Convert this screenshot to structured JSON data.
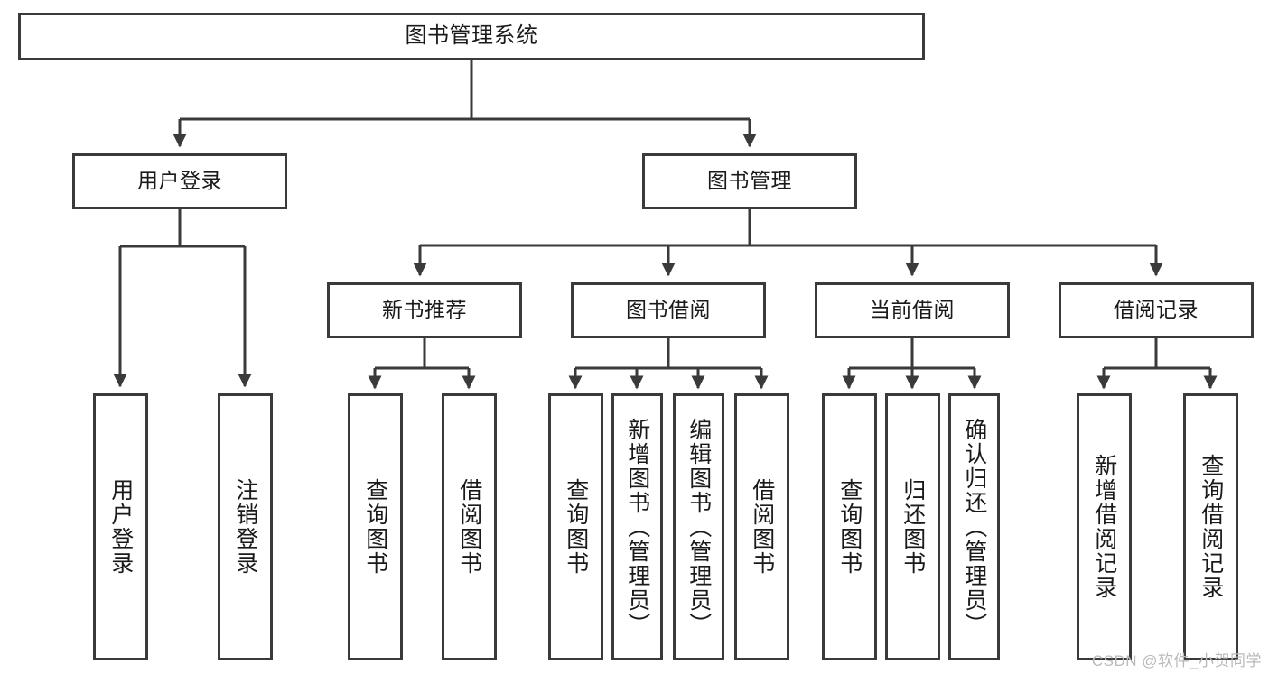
{
  "diagram": {
    "title": "图书管理系统",
    "type": "tree-hierarchy",
    "root": {
      "id": "root",
      "label": "图书管理系统"
    },
    "level2": [
      {
        "id": "user-login",
        "label": "用户登录"
      },
      {
        "id": "book-manage",
        "label": "图书管理"
      }
    ],
    "level3": [
      {
        "id": "new-book-recommend",
        "label": "新书推荐",
        "parent": "book-manage"
      },
      {
        "id": "book-borrow",
        "label": "图书借阅",
        "parent": "book-manage"
      },
      {
        "id": "current-borrow",
        "label": "当前借阅",
        "parent": "book-manage"
      },
      {
        "id": "borrow-record",
        "label": "借阅记录",
        "parent": "book-manage"
      }
    ],
    "leaves": [
      {
        "id": "leaf-user-login",
        "label": "用户登录",
        "parent": "user-login"
      },
      {
        "id": "leaf-logout-login",
        "label": "注销登录",
        "parent": "user-login"
      },
      {
        "id": "leaf-query-book-1",
        "label": "查询图书",
        "parent": "new-book-recommend"
      },
      {
        "id": "leaf-borrow-book-1",
        "label": "借阅图书",
        "parent": "new-book-recommend"
      },
      {
        "id": "leaf-query-book-2",
        "label": "查询图书",
        "parent": "book-borrow"
      },
      {
        "id": "leaf-add-book",
        "label": "新增图书（管理员）",
        "parent": "book-borrow"
      },
      {
        "id": "leaf-edit-book",
        "label": "编辑图书（管理员）",
        "parent": "book-borrow"
      },
      {
        "id": "leaf-borrow-book-2",
        "label": "借阅图书",
        "parent": "book-borrow"
      },
      {
        "id": "leaf-query-book-3",
        "label": "查询图书",
        "parent": "current-borrow"
      },
      {
        "id": "leaf-return-book",
        "label": "归还图书",
        "parent": "current-borrow"
      },
      {
        "id": "leaf-confirm-return",
        "label": "确认归还（管理员）",
        "parent": "current-borrow"
      },
      {
        "id": "leaf-add-record",
        "label": "新增借阅记录",
        "parent": "borrow-record"
      },
      {
        "id": "leaf-query-record",
        "label": "查询借阅记录",
        "parent": "borrow-record"
      }
    ],
    "colors": {
      "stroke": "#3a3a3a",
      "fill": "#ffffff",
      "text": "#1a1a1a",
      "watermark": "#b9b9b9"
    }
  },
  "watermark": {
    "text": "CSDN @软件_小贺同学"
  }
}
